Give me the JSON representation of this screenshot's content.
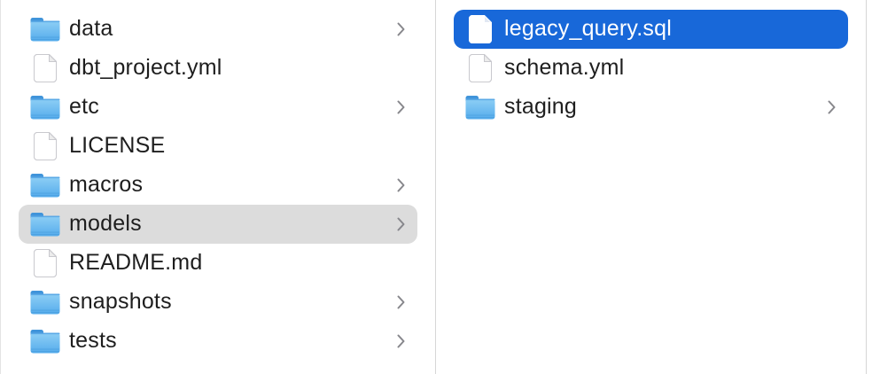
{
  "app": {
    "title": "finder-column-view"
  },
  "colors": {
    "selection_blue": "#1868d9",
    "selection_gray": "#dcdcdc",
    "text": "#1e1e1e",
    "selected_text": "#ffffff",
    "chevron": "#87878c",
    "divider": "#d6d6d6",
    "folder_tab": "#4094da",
    "folder_body_light": "#8ecff5",
    "folder_body_dark": "#55acec"
  },
  "columns": [
    {
      "name": "column-1",
      "rows": [
        {
          "label": "data",
          "icon": "folder-icon",
          "chevron": true,
          "selected": "none"
        },
        {
          "label": "dbt_project.yml",
          "icon": "file-icon",
          "chevron": false,
          "selected": "none"
        },
        {
          "label": "etc",
          "icon": "folder-icon",
          "chevron": true,
          "selected": "none"
        },
        {
          "label": "LICENSE",
          "icon": "file-icon",
          "chevron": false,
          "selected": "none"
        },
        {
          "label": "macros",
          "icon": "folder-icon",
          "chevron": true,
          "selected": "none"
        },
        {
          "label": "models",
          "icon": "folder-icon",
          "chevron": true,
          "selected": "gray"
        },
        {
          "label": "README.md",
          "icon": "file-icon",
          "chevron": false,
          "selected": "none"
        },
        {
          "label": "snapshots",
          "icon": "folder-icon",
          "chevron": true,
          "selected": "none"
        },
        {
          "label": "tests",
          "icon": "folder-icon",
          "chevron": true,
          "selected": "none"
        }
      ]
    },
    {
      "name": "column-2",
      "rows": [
        {
          "label": "legacy_query.sql",
          "icon": "file-icon",
          "chevron": false,
          "selected": "blue"
        },
        {
          "label": "schema.yml",
          "icon": "file-icon",
          "chevron": false,
          "selected": "none"
        },
        {
          "label": "staging",
          "icon": "folder-icon",
          "chevron": true,
          "selected": "none"
        }
      ]
    }
  ]
}
